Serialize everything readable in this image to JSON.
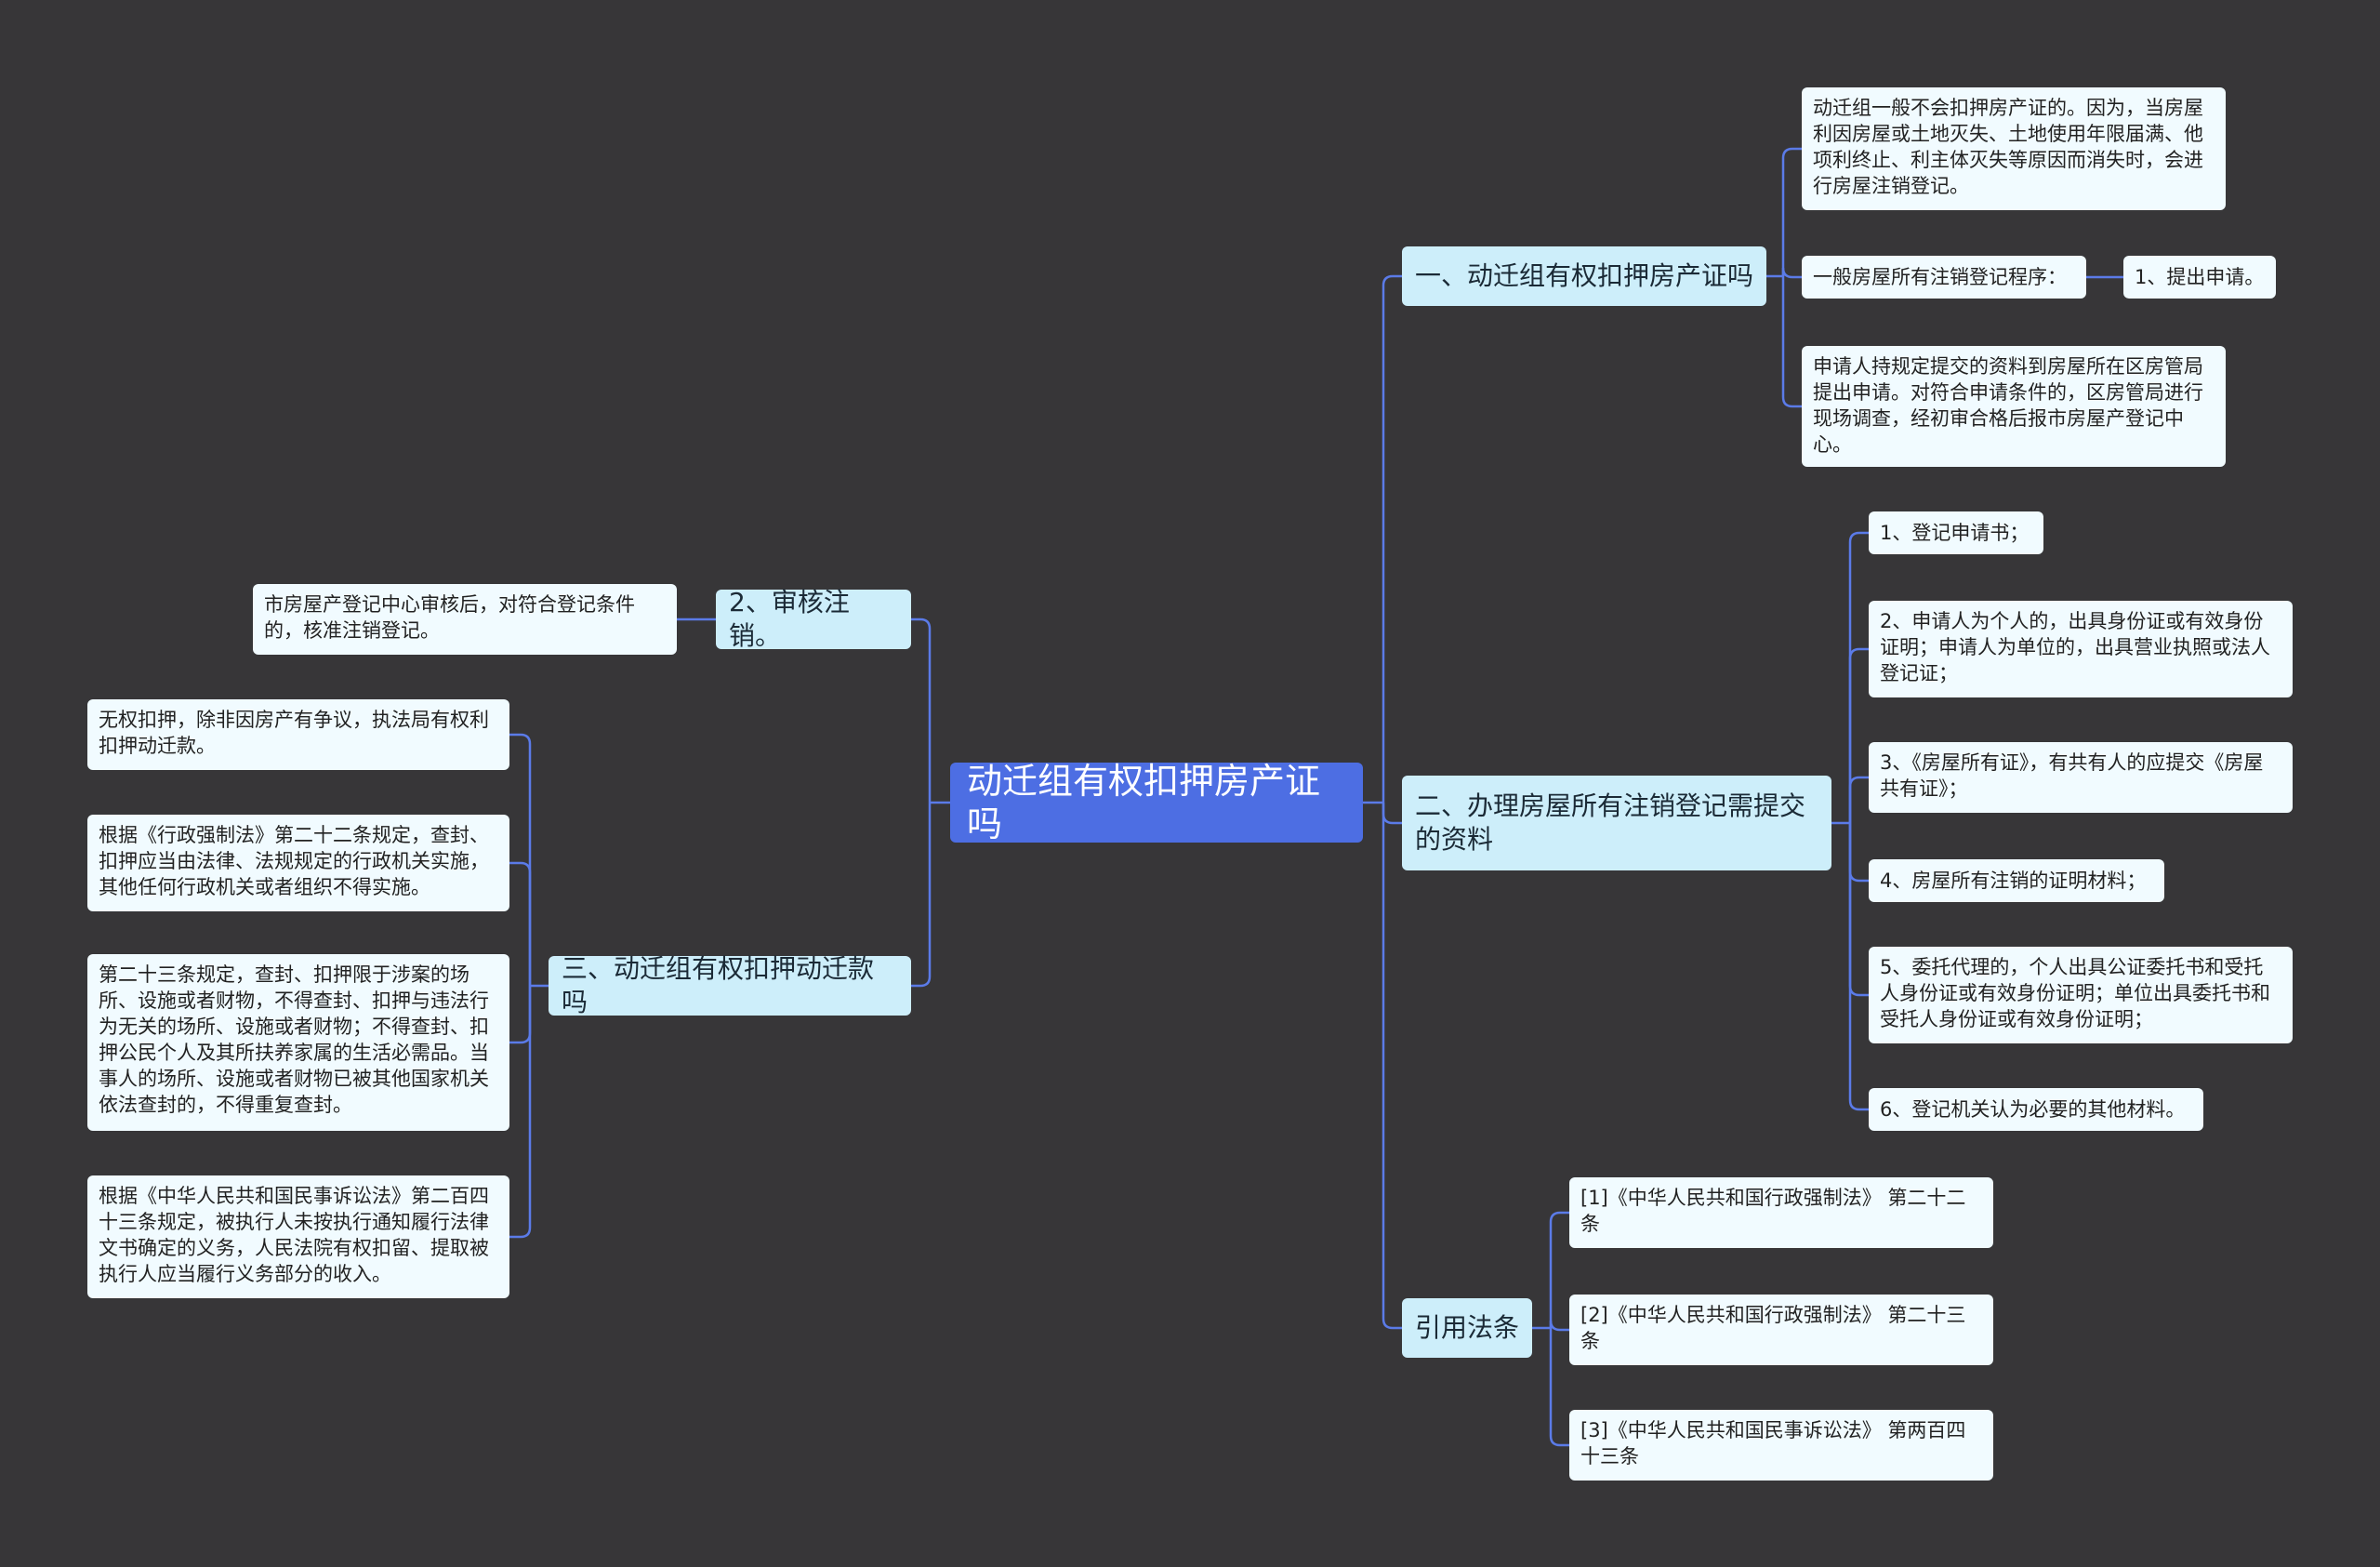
{
  "root": {
    "label": "动迁组有权扣押房产证吗"
  },
  "right": {
    "b1": {
      "label": "一、动迁组有权扣押房产证吗",
      "leaf1": "动迁组一般不会扣押房产证的。因为，当房屋利因房屋或土地灭失、土地使用年限届满、他项利终止、利主体灭失等原因而消失时，会进行房屋注销登记。",
      "leaf2": "一般房屋所有注销登记程序：",
      "leaf2_child": "1、提出申请。",
      "leaf3": "申请人持规定提交的资料到房屋所在区房管局提出申请。对符合申请条件的，区房管局进行现场调查，经初审合格后报市房屋产登记中心。"
    },
    "b2": {
      "label": "二、办理房屋所有注销登记需提交的资料",
      "items": [
        "1、登记申请书；",
        "2、申请人为个人的，出具身份证或有效身份证明；申请人为单位的，出具营业执照或法人登记证；",
        "3、《房屋所有证》，有共有人的应提交《房屋共有证》；",
        "4、房屋所有注销的证明材料；",
        "5、委托代理的，个人出具公证委托书和受托人身份证或有效身份证明；单位出具委托书和受托人身份证或有效身份证明；",
        "6、登记机关认为必要的其他材料。"
      ]
    },
    "b3": {
      "label": "引用法条",
      "items": [
        "[1]《中华人民共和国行政强制法》 第二十二条",
        "[2]《中华人民共和国行政强制法》 第二十三条",
        "[3]《中华人民共和国民事诉讼法》 第两百四十三条"
      ]
    }
  },
  "left": {
    "b1": {
      "label": "2、审核注销。",
      "leaf": "市房屋产登记中心审核后，对符合登记条件的，核准注销登记。"
    },
    "b2": {
      "label": "三、动迁组有权扣押动迁款吗",
      "items": [
        "无权扣押，除非因房产有争议，执法局有权利扣押动迁款。",
        "根据《行政强制法》第二十二条规定，查封、扣押应当由法律、法规规定的行政机关实施，其他任何行政机关或者组织不得实施。",
        "第二十三条规定，查封、扣押限于涉案的场所、设施或者财物，不得查封、扣押与违法行为无关的场所、设施或者财物；不得查封、扣押公民个人及其所扶养家属的生活必需品。当事人的场所、设施或者财物已被其他国家机关依法查封的，不得重复查封。",
        "根据《中华人民共和国民事诉讼法》第二百四十三条规定，被执行人未按执行通知履行法律文书确定的义务，人民法院有权扣留、提取被执行人应当履行义务部分的收入。"
      ]
    }
  },
  "colors": {
    "link": "#5b7be8",
    "background": "#373638"
  }
}
